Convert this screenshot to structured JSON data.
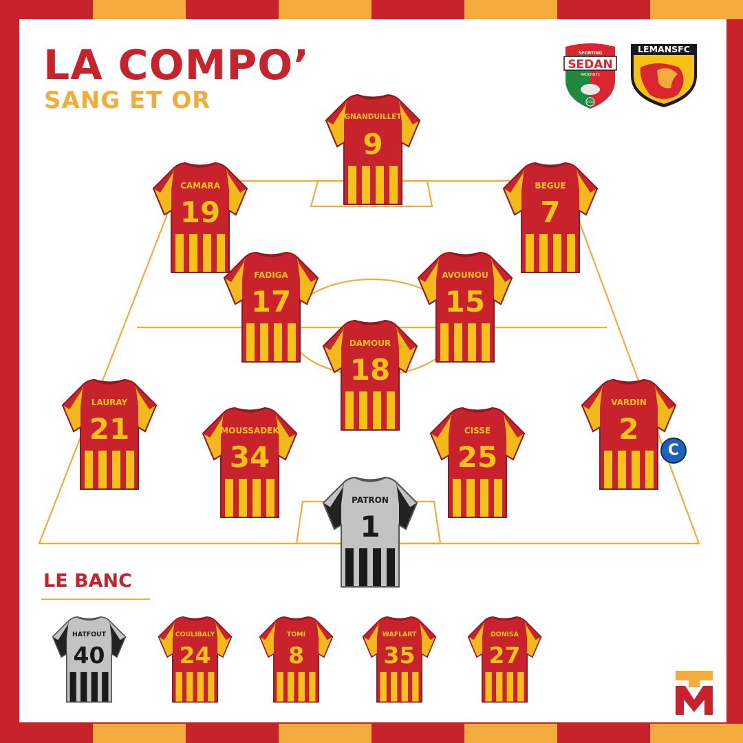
{
  "header": {
    "title": "LA COMPO’",
    "subtitle": "SANG ET OR"
  },
  "teams": {
    "home_logo": {
      "text_top": "SPORTING",
      "text_main": "SEDAN",
      "text_bottom": "ARDENNES",
      "year": "1919"
    },
    "away_logo": {
      "text_main": "LEMANSFC"
    }
  },
  "formation": {
    "starters": [
      {
        "name": "GNANDUILLET",
        "number": "9",
        "kit": "outfield"
      },
      {
        "name": "CAMARA",
        "number": "19",
        "kit": "outfield"
      },
      {
        "name": "BEGUE",
        "number": "7",
        "kit": "outfield"
      },
      {
        "name": "FADIGA",
        "number": "17",
        "kit": "outfield"
      },
      {
        "name": "AVOUNOU",
        "number": "15",
        "kit": "outfield"
      },
      {
        "name": "DAMOUR",
        "number": "18",
        "kit": "outfield"
      },
      {
        "name": "LAURAY",
        "number": "21",
        "kit": "outfield"
      },
      {
        "name": "MOUSSADEK",
        "number": "34",
        "kit": "outfield"
      },
      {
        "name": "CISSE",
        "number": "25",
        "kit": "outfield"
      },
      {
        "name": "VARDIN",
        "number": "2",
        "kit": "outfield",
        "captain": true
      },
      {
        "name": "PATRON",
        "number": "1",
        "kit": "goalkeeper"
      }
    ],
    "captain_badge": "C"
  },
  "bench": {
    "title": "LE BANC",
    "players": [
      {
        "name": "HATFOUT",
        "number": "40",
        "kit": "goalkeeper"
      },
      {
        "name": "COULIBALY",
        "number": "24",
        "kit": "outfield"
      },
      {
        "name": "TOMI",
        "number": "8",
        "kit": "outfield"
      },
      {
        "name": "WAFLART",
        "number": "35",
        "kit": "outfield"
      },
      {
        "name": "DONISA",
        "number": "27",
        "kit": "outfield"
      }
    ]
  },
  "colors": {
    "red": "#c8232c",
    "gold": "#f3ab3c",
    "kit_yellow": "#f6c21a",
    "gk_grey": "#c3c3c3",
    "gk_black": "#1a1a1a",
    "captain_blue": "#1d63b8"
  },
  "icons": {
    "brand_logo": "tm-monogram-icon"
  }
}
